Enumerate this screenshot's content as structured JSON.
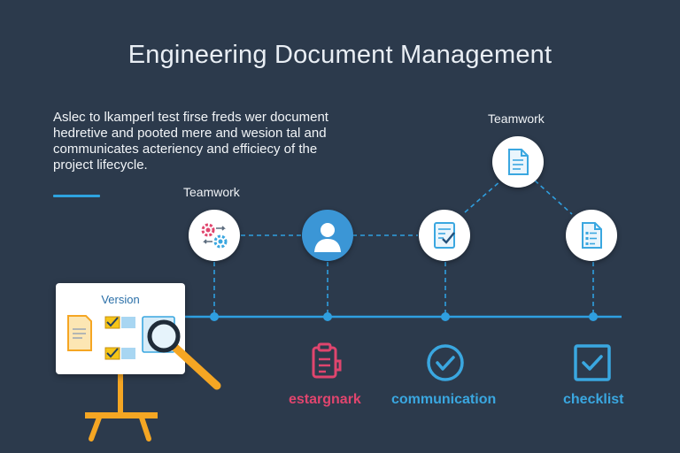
{
  "title": "Engineering Document Management",
  "intro": {
    "lines": [
      "Aslec to lkamperl test firse freds wer document",
      "hedretive and pooted mere and wesion tal and",
      "communicates acteriency and efficiecy of the",
      "project lifecycle."
    ]
  },
  "labels": {
    "left_teamwork": "Teamwork",
    "top_teamwork": "Teamwork",
    "version": "Version"
  },
  "bottom": [
    {
      "label": "estargnark",
      "icon": "clipboard-icon",
      "color": "#e0456e"
    },
    {
      "label": "communication",
      "icon": "check-circle-icon",
      "color": "#3aa7e0"
    },
    {
      "label": "checklist",
      "icon": "checkbox-icon",
      "color": "#3aa7e0"
    }
  ],
  "nodes": [
    {
      "name": "gears-node",
      "icon": "gears-icon"
    },
    {
      "name": "person-node",
      "icon": "person-icon"
    },
    {
      "name": "checklist-node",
      "icon": "checklist-document-icon"
    },
    {
      "name": "top-document-node",
      "icon": "document-icon"
    },
    {
      "name": "right-document-node",
      "icon": "document-list-icon"
    }
  ],
  "colors": {
    "background": "#2c3a4c",
    "accent_blue": "#2ea3df",
    "accent_pink": "#e0456e",
    "easel_orange": "#f5a623",
    "line_blue": "#2f9fe0"
  }
}
